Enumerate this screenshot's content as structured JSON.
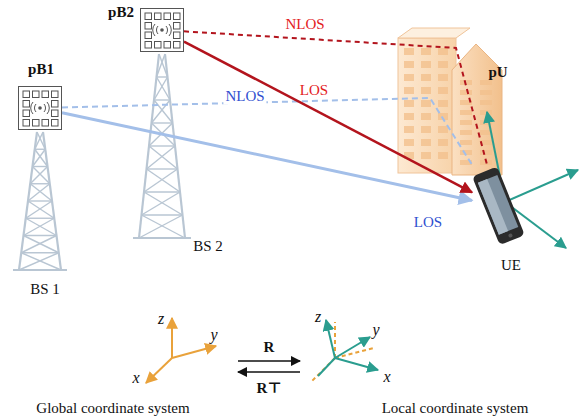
{
  "diagram": {
    "nodes": [
      {
        "text": [
          "pB1",
          "BS 1"
        ]
      },
      {
        "text": [
          "pB2",
          "BS 2"
        ]
      },
      {
        "text": [
          "pU",
          "UE"
        ]
      }
    ],
    "edges": [
      {
        "from": 0,
        "to": 2,
        "arrow": "to",
        "label": "LOS"
      },
      {
        "from": 0,
        "to": 2,
        "arrow": "none",
        "label": "NLOS"
      },
      {
        "from": 1,
        "to": 2,
        "arrow": "to",
        "label": "LOS"
      },
      {
        "from": 1,
        "to": 2,
        "arrow": "none",
        "label": "NLOS"
      }
    ],
    "labels": [
      "z",
      "y",
      "x",
      "R",
      "R⊤",
      "z",
      "y",
      "x",
      "Global coordinate system",
      "Local coordinate system"
    ]
  }
}
